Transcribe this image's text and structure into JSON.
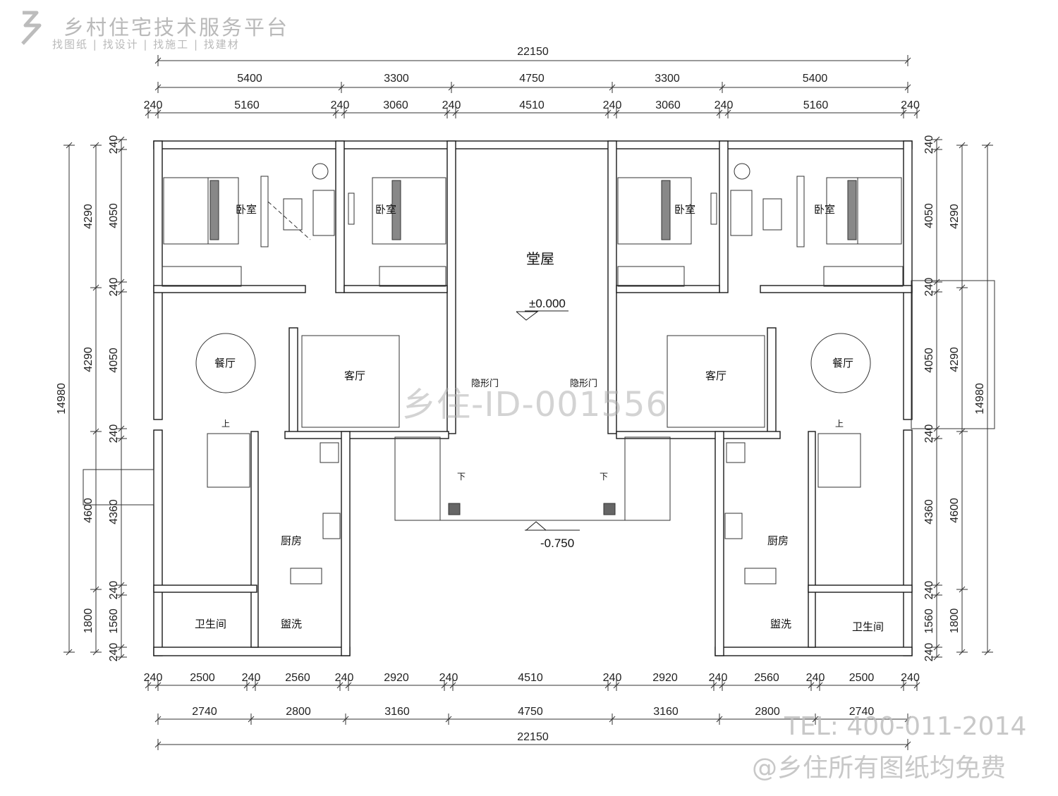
{
  "header": {
    "title": "乡村住宅技术服务平台",
    "subtitle": "找图纸 | 找设计 | 找施工 | 找建材"
  },
  "watermark": {
    "id": "乡住-ID-001556",
    "tel": "TEL: 400-011-2014",
    "free": "@乡住所有图纸均免费"
  },
  "colors": {
    "line": "#1a1a1a",
    "dim": "#333333",
    "watermark": "#b9b9b9"
  },
  "dims": {
    "top_total": "22150",
    "top_mid": [
      "5400",
      "3300",
      "4750",
      "3300",
      "5400"
    ],
    "top_inner": [
      "240",
      "5160",
      "240",
      "3060",
      "240",
      "4510",
      "240",
      "3060",
      "240",
      "5160",
      "240"
    ],
    "bottom_inner": [
      "240",
      "2500",
      "240",
      "2560",
      "240",
      "2920",
      "240",
      "4510",
      "240",
      "2920",
      "240",
      "2560",
      "240",
      "2500",
      "240"
    ],
    "bottom_mid": [
      "2740",
      "2800",
      "3160",
      "4750",
      "3160",
      "2800",
      "2740"
    ],
    "bottom_total": "22150",
    "left_total": "14980",
    "left_mid": [
      "4290",
      "4290",
      "4600",
      "1800"
    ],
    "left_inner": [
      "240",
      "4050",
      "240",
      "4050",
      "240",
      "4360",
      "240",
      "1560",
      "240"
    ],
    "right_inner": [
      "240",
      "4050",
      "240",
      "4050",
      "240",
      "4360",
      "240",
      "1560",
      "240"
    ],
    "right_mid": [
      "4290",
      "4290",
      "4600",
      "1800"
    ],
    "right_total": "14980"
  },
  "rooms": {
    "bedroom": "卧室",
    "hall": "堂屋",
    "dining": "餐厅",
    "living": "客厅",
    "kitchen": "厨房",
    "wash": "盥洗",
    "wc": "卫生间",
    "hidden_door": "隐形门",
    "up": "上",
    "down": "下"
  },
  "levels": {
    "floor": "±0.000",
    "outside": "-0.750"
  }
}
